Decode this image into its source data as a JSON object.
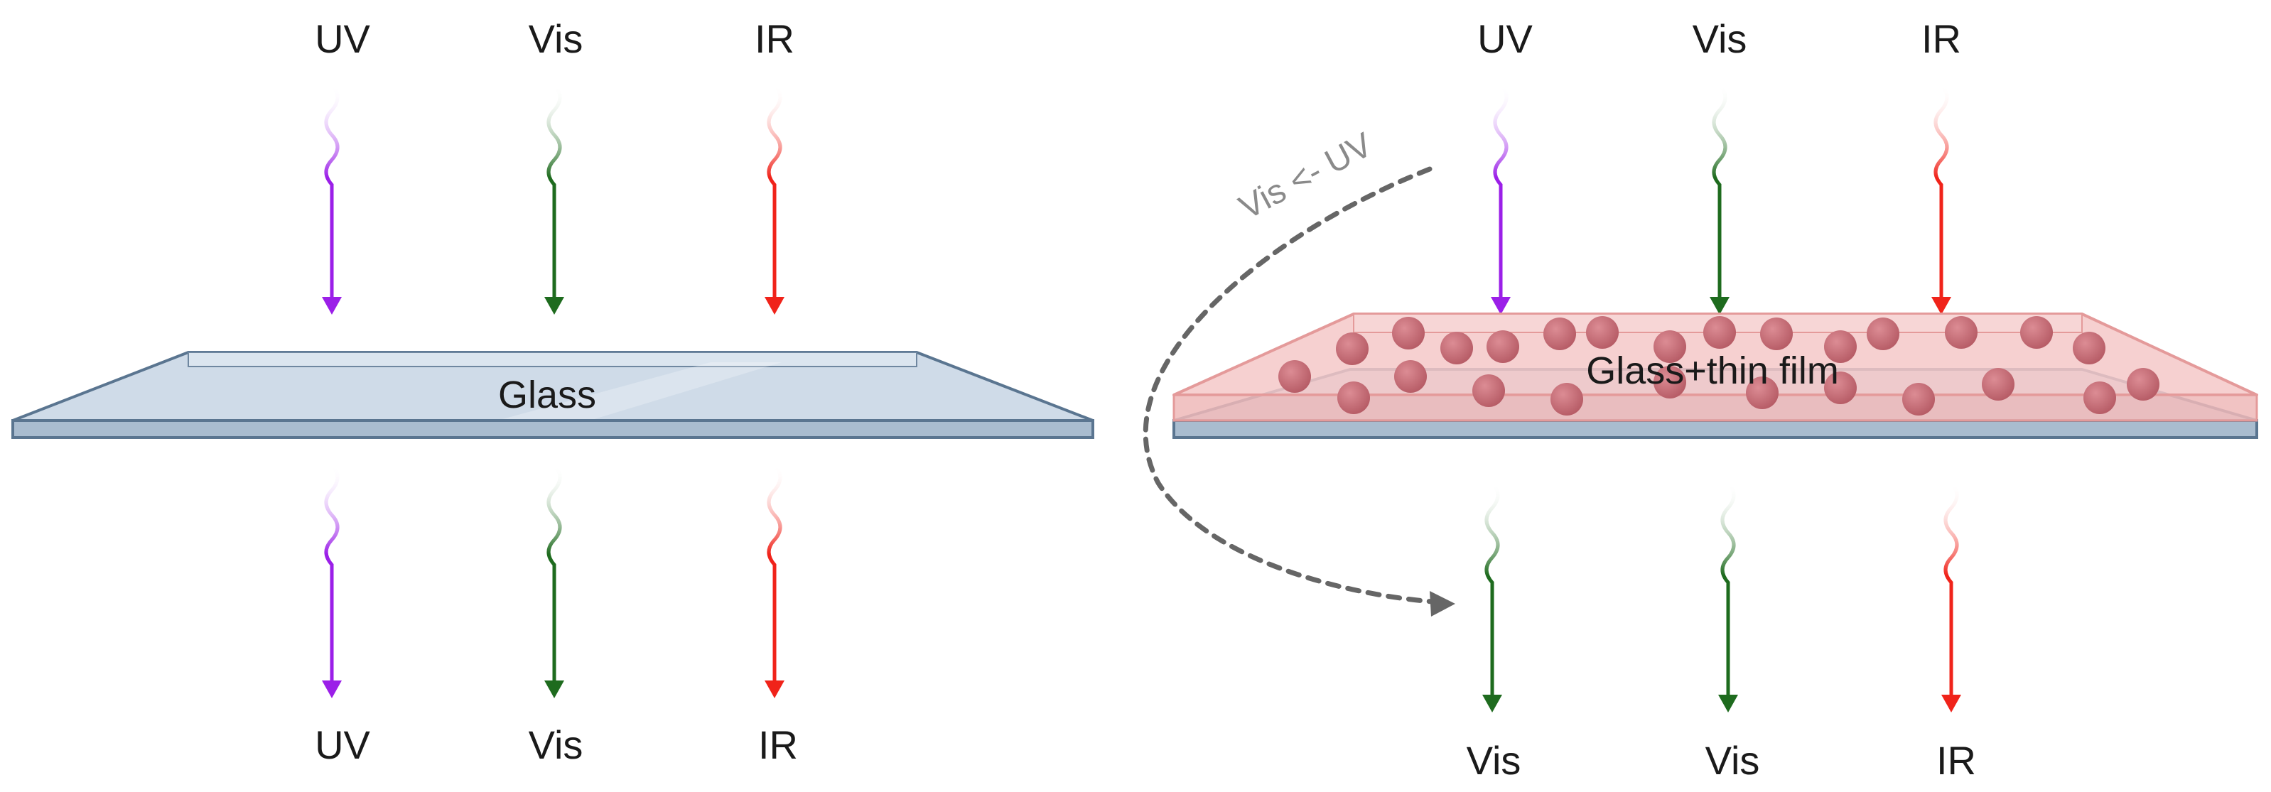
{
  "left_panel": {
    "top_labels": [
      "UV",
      "Vis",
      "IR"
    ],
    "pane_label": "Glass",
    "bottom_labels": [
      "UV",
      "Vis",
      "IR"
    ]
  },
  "right_panel": {
    "top_labels": [
      "UV",
      "Vis",
      "IR"
    ],
    "pane_label": "Glass+thin film",
    "bottom_labels": [
      "Vis",
      "Vis",
      "IR"
    ],
    "conversion_label": "Vis <- UV"
  },
  "colors": {
    "uv": "#9b1fe8",
    "vis": "#1e6b1e",
    "ir": "#f0231a",
    "glass_fill": "#cfdbe8",
    "glass_edge": "#5a7590",
    "film_fill": "#f4c8c8",
    "film_edge": "#e49a9a",
    "particle": "#c26a72",
    "conversion_arrow": "#666666"
  },
  "icons": {
    "wave": "wavy-arrow-icon",
    "conversion": "dashed-curved-arrow-icon"
  }
}
